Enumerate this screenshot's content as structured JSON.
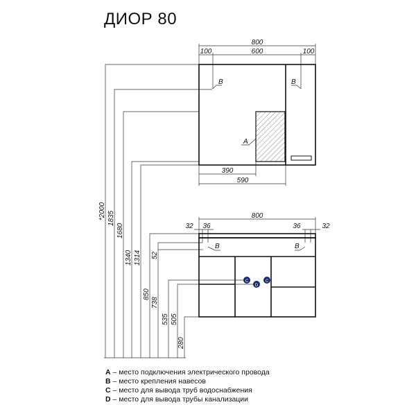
{
  "title": "ДИОР 80",
  "upper": {
    "width_total": "800",
    "side_left": "100",
    "middle": "600",
    "side_right": "100",
    "dim_390": "390",
    "dim_590": "590",
    "label_a": "A",
    "label_b_left": "B",
    "label_b_right": "B"
  },
  "lower": {
    "width_total": "800",
    "left_32": "32",
    "left_36": "36",
    "right_36": "36",
    "right_32": "32",
    "label_b_left": "B",
    "label_b_right": "B",
    "label_c": "C",
    "label_d": "D"
  },
  "heights": [
    "*2000",
    "1835",
    "1680",
    "1340",
    "1314",
    "850",
    "738",
    "52",
    "535",
    "505",
    "280"
  ],
  "legend": [
    {
      "key": "A",
      "text": " – место подключения электрического провода"
    },
    {
      "key": "B",
      "text": " – место крепления навесов"
    },
    {
      "key": "C",
      "text": " – место для вывода труб водоснабжения"
    },
    {
      "key": "D",
      "text": " – место для вывода трубы канализации"
    }
  ],
  "colors": {
    "line": "#111111",
    "marker": "#1a2a6c"
  }
}
